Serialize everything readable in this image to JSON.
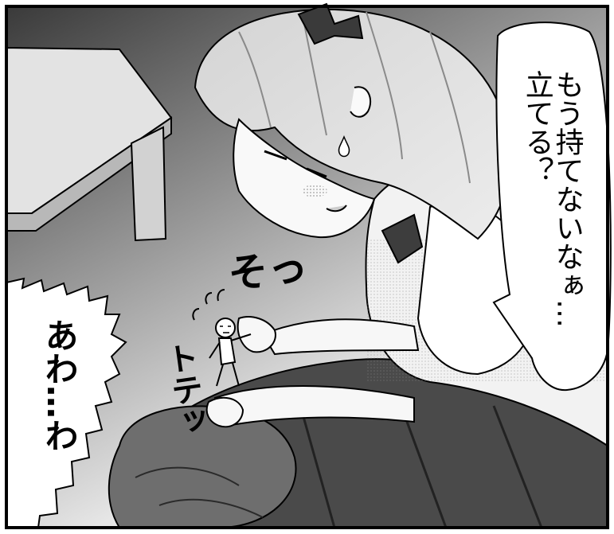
{
  "speech_right": {
    "text": "もう持てないなぁ…\n立てる？"
  },
  "speech_left": {
    "text": "あわ…わ"
  },
  "sfx": {
    "so": "そっ",
    "totetsu": "トテッ"
  },
  "colors": {
    "ink": "#000000",
    "paper": "#ffffff"
  }
}
